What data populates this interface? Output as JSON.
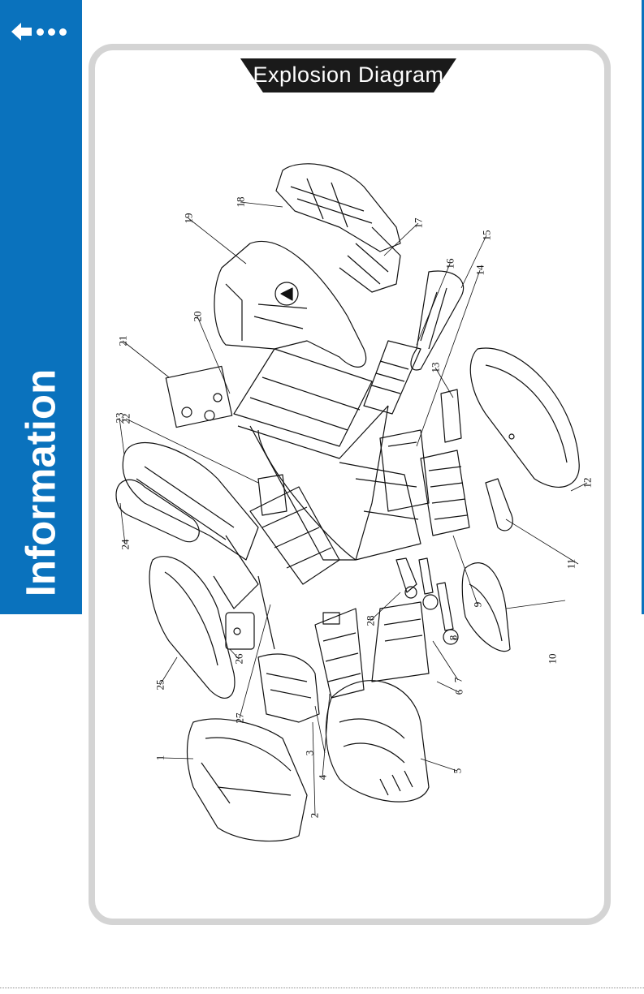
{
  "sidebar": {
    "section_label": "Information",
    "back_icon": "arrow-left-icon",
    "color": "#0a72bd"
  },
  "panel": {
    "title": "Explosion Diagram",
    "title_bg": "#1a1a1a",
    "border_color": "#d4d4d4"
  },
  "callouts": [
    "1",
    "2",
    "3",
    "4",
    "5",
    "6",
    "7",
    "8",
    "9",
    "10",
    "11",
    "12",
    "13",
    "14",
    "15",
    "16",
    "17",
    "18",
    "19",
    "20",
    "21",
    "22",
    "23",
    "24",
    "25",
    "26",
    "27",
    "28"
  ]
}
